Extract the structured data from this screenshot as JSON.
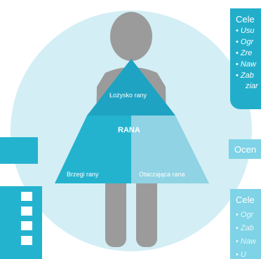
{
  "colors": {
    "circle": "#d3eef5",
    "person": "#9b9b9b",
    "triangle_dark": "#1fa3c3",
    "triangle_mid": "#24b3cf",
    "triangle_light": "#8fd3e4",
    "panel_dark": "#22aecb",
    "panel_light": "#7fd3e6"
  },
  "triangle": {
    "top_label": "Łożysko rany",
    "center_label": "RANA",
    "left_label": "Brzegi rany",
    "right_label": "Otaczająca rana"
  },
  "panel_top": {
    "title": "Cele",
    "items": [
      "Usu",
      "Ogr",
      "Zre",
      "Naw",
      "Zab"
    ],
    "continuation": "ziar"
  },
  "panel_mid": {
    "title": "Ocen"
  },
  "panel_bottom": {
    "title": "Cele",
    "items": [
      "Ogr",
      "Zab",
      "Naw",
      "U"
    ]
  },
  "left_panel": {
    "rows": 4
  }
}
